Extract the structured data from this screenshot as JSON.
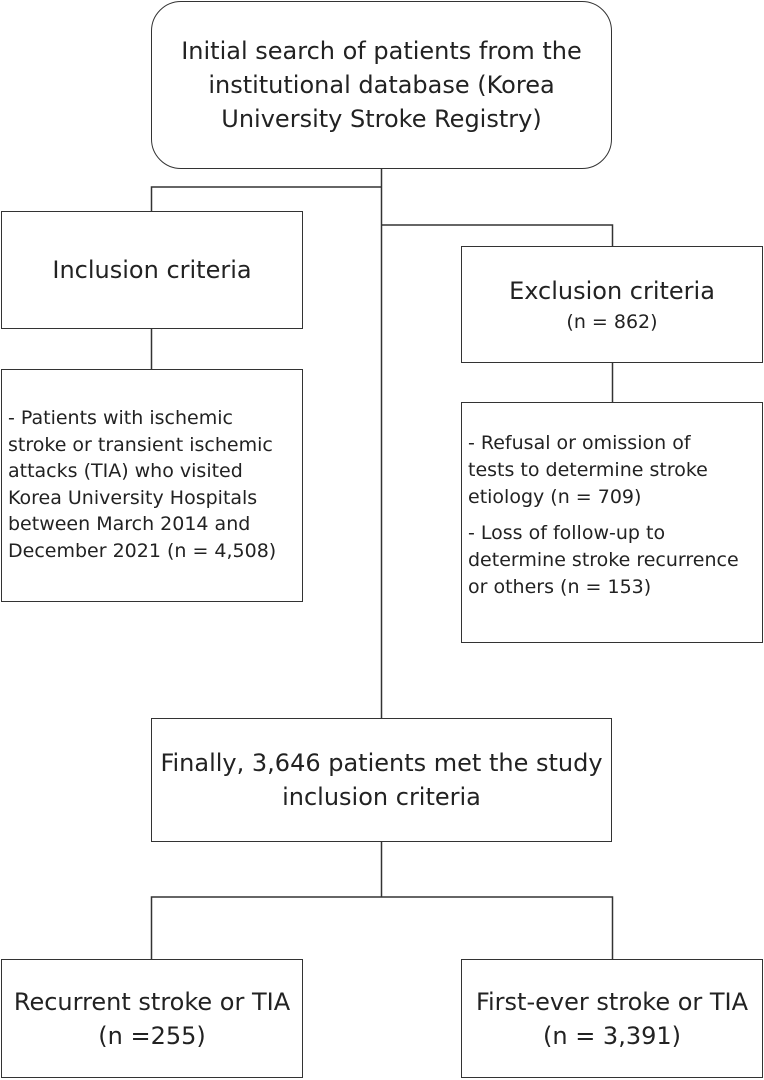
{
  "initial_search": {
    "lines": [
      "Initial search of patients from the",
      "institutional database (Korea",
      "University Stroke Registry)"
    ]
  },
  "inclusion": {
    "title": "Inclusion criteria",
    "detail_lines": [
      "- Patients with ischemic",
      "stroke or transient ischemic",
      "attacks (TIA) who visited",
      "Korea University Hospitals",
      "between March 2014 and",
      "December 2021 (n = 4,508)"
    ]
  },
  "exclusion": {
    "title": "Exclusion criteria",
    "count": "(n = 862)",
    "items": [
      {
        "lines": [
          "- Refusal or omission of",
          "tests to determine stroke",
          "etiology (n = 709)"
        ]
      },
      {
        "lines": [
          "- Loss of follow-up to",
          "determine stroke recurrence",
          "or others (n = 153)"
        ]
      }
    ]
  },
  "final": {
    "lines": [
      "Finally, 3,646 patients met the study",
      "inclusion criteria"
    ]
  },
  "outcomes": {
    "recurrent": {
      "title": "Recurrent stroke or TIA",
      "count": "(n =255)"
    },
    "first_ever": {
      "title": "First-ever stroke or TIA",
      "count": "(n = 3,391)"
    }
  }
}
